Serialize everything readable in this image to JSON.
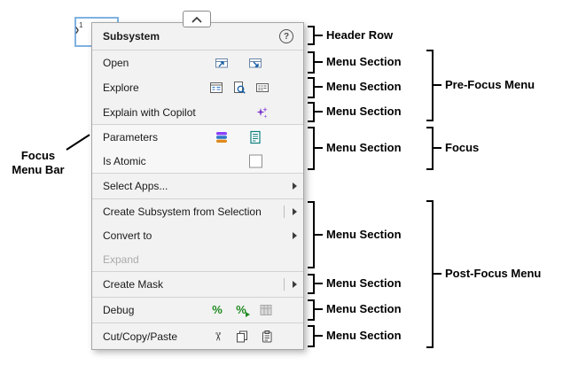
{
  "block": {
    "port_label": "1"
  },
  "collapse_button": {
    "icon": "chevron-up-icon"
  },
  "menu": {
    "header": {
      "title": "Subsystem",
      "help_icon": "help-question-icon"
    },
    "items": [
      {
        "label": "Open",
        "icons": [
          "open-in-tab-icon",
          "open-in-new-window-icon"
        ]
      },
      {
        "label": "Explore",
        "icons": [
          "model-explorer-icon",
          "find-in-model-icon",
          "property-inspector-icon"
        ]
      },
      {
        "label": "Explain with Copilot",
        "icons": [
          "copilot-sparkle-icon"
        ]
      },
      {
        "label": "Parameters",
        "icons": [
          "block-parameters-icon",
          "mask-parameters-icon"
        ]
      },
      {
        "label": "Is Atomic",
        "checkbox": {
          "checked": false
        }
      },
      {
        "label": "Select Apps...",
        "has_submenu": true
      },
      {
        "label": "Create Subsystem from Selection",
        "has_submenu": true,
        "split": true
      },
      {
        "label": "Convert to",
        "has_submenu": true
      },
      {
        "label": "Expand",
        "disabled": true
      },
      {
        "label": "Create Mask",
        "has_submenu": true,
        "split": true
      },
      {
        "label": "Debug",
        "icons": [
          "debug-percent-icon",
          "debug-percent-run-icon",
          "debug-disabled-icon"
        ]
      },
      {
        "label": "Cut/Copy/Paste",
        "icons": [
          "cut-icon",
          "copy-icon",
          "paste-icon"
        ]
      }
    ]
  },
  "annotations": {
    "left": {
      "line1": "Focus",
      "line2": "Menu Bar"
    },
    "sections": [
      {
        "label": "Header Row"
      },
      {
        "label": "Menu Section"
      },
      {
        "label": "Menu Section"
      },
      {
        "label": "Menu Section"
      },
      {
        "label": "Menu Section"
      },
      {
        "label": "Menu Section"
      },
      {
        "label": "Menu Section"
      },
      {
        "label": "Menu Section"
      },
      {
        "label": "Menu Section"
      }
    ],
    "groups": [
      {
        "label": "Pre-Focus Menu"
      },
      {
        "label": "Focus"
      },
      {
        "label": "Post-Focus Menu"
      }
    ]
  }
}
